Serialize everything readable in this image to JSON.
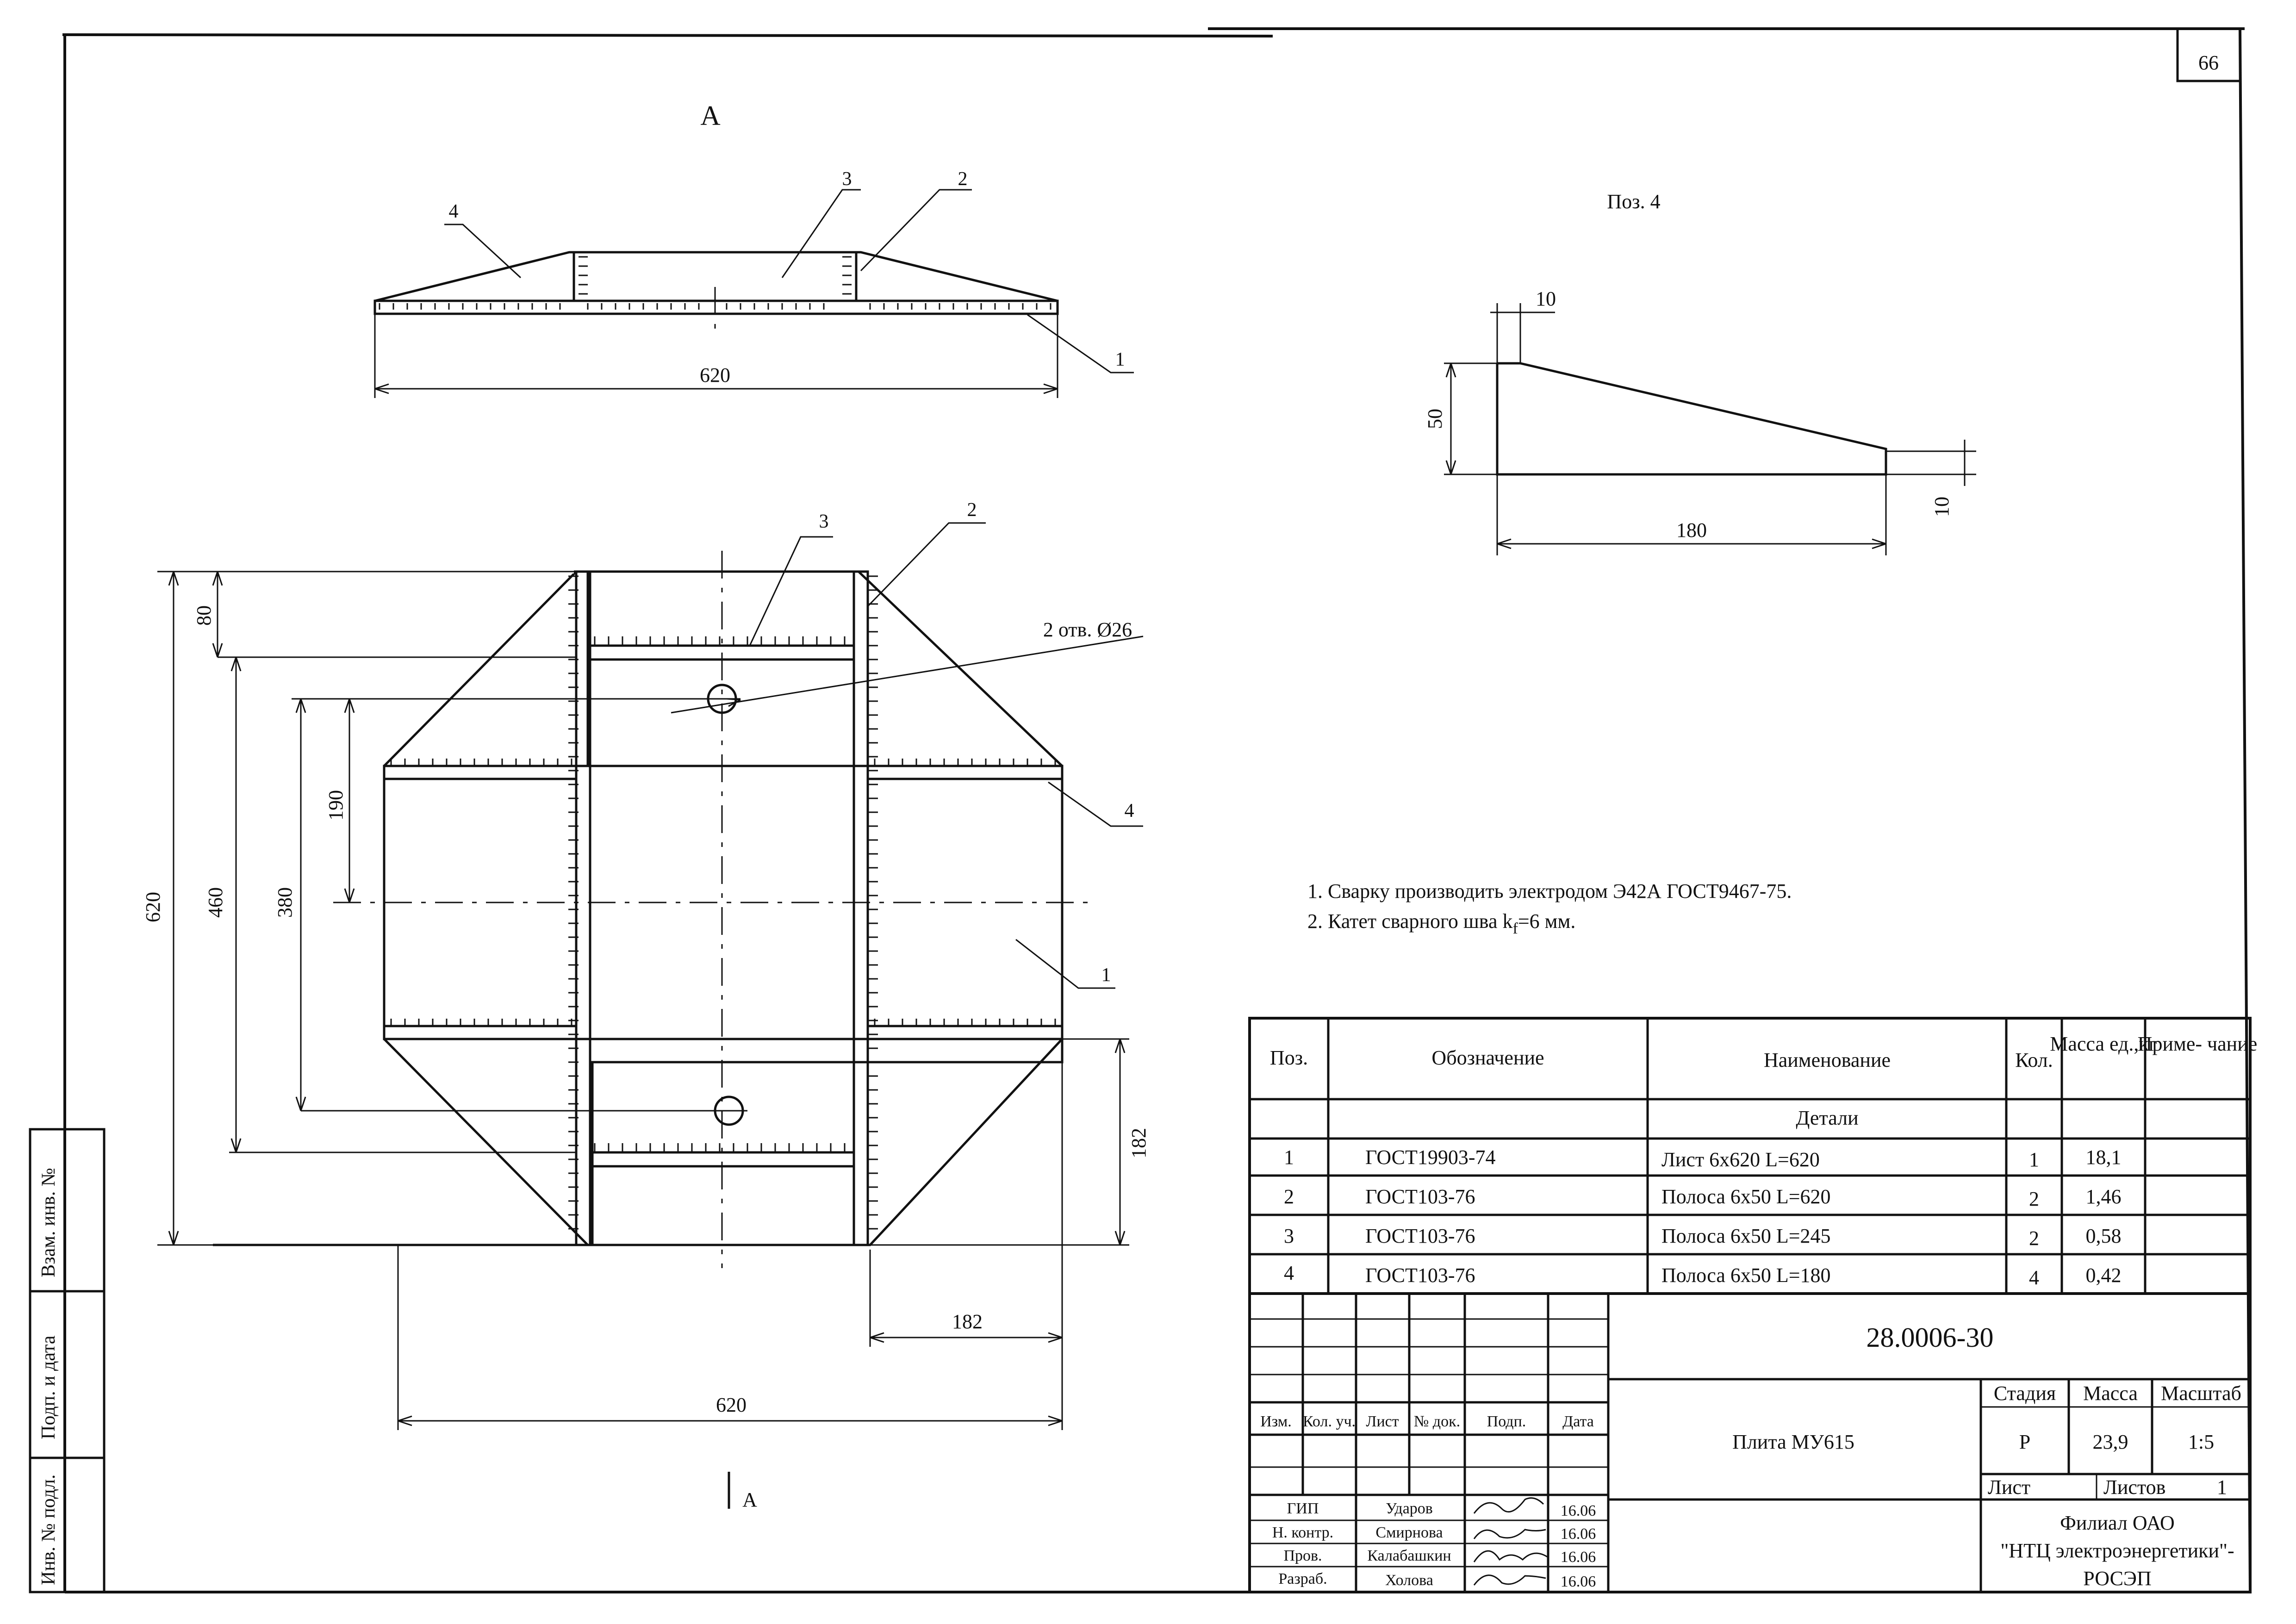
{
  "sheet": {
    "page_number": "66",
    "view_label": "А",
    "section_marker": "А",
    "pos4_title": "Поз. 4"
  },
  "top_view": {
    "width_dim": "620",
    "leaders": [
      "4",
      "3",
      "2",
      "1"
    ]
  },
  "plan_view": {
    "dims": {
      "d80": "80",
      "d620_v": "620",
      "d460": "460",
      "d380": "380",
      "d190": "190",
      "d182_v": "182",
      "d182_h": "182",
      "d620_h": "620"
    },
    "holes_label": "2 отв. Ø26",
    "leaders": [
      "3",
      "2",
      "4",
      "1"
    ]
  },
  "pos4_view": {
    "dims": {
      "d10_top": "10",
      "d50": "50",
      "d10_right": "10",
      "d180": "180"
    }
  },
  "notes": [
    "1. Сварку производить электродом Э42А ГОСТ9467-75.",
    "2. Катет сварного шва k"
  ],
  "note2_sub": "f",
  "note2_tail": "=6 мм.",
  "spec": {
    "headers": {
      "pos": "Поз.",
      "designation": "Обозначение",
      "name": "Наименование",
      "qty": "Кол.",
      "mass": "Масса ед.,кг",
      "note": "Приме- чание"
    },
    "section": "Детали",
    "rows": [
      {
        "pos": "1",
        "designation": "ГОСТ19903-74",
        "name": "Лист 6x620 L=620",
        "qty": "1",
        "mass": "18,1"
      },
      {
        "pos": "2",
        "designation": "ГОСТ103-76",
        "name": "Полоса 6x50 L=620",
        "qty": "2",
        "mass": "1,46"
      },
      {
        "pos": "3",
        "designation": "ГОСТ103-76",
        "name": "Полоса 6x50 L=245",
        "qty": "2",
        "mass": "0,58"
      },
      {
        "pos": "4",
        "designation": "ГОСТ103-76",
        "name": "Полоса 6x50 L=180",
        "qty": "4",
        "mass": "0,42"
      }
    ]
  },
  "title_block": {
    "doc_number": "28.0006-30",
    "title": "Плита МУ615",
    "col_headers": [
      "Изм.",
      "Кол. уч.",
      "Лист",
      "№ док.",
      "Подп.",
      "Дата"
    ],
    "stage_label": "Стадия",
    "mass_label": "Масса",
    "scale_label": "Масштаб",
    "stage": "Р",
    "mass": "23,9",
    "scale": "1:5",
    "sheet_label": "Лист",
    "sheets_label": "Листов",
    "sheets": "1",
    "org": [
      "Филиал ОАО",
      "\"НТЦ электроэнергетики\"-",
      "РОСЭП"
    ],
    "people": [
      {
        "role": "ГИП",
        "name": "Ударов",
        "date": "16.06"
      },
      {
        "role": "Н. контр.",
        "name": "Смирнова",
        "date": "16.06"
      },
      {
        "role": "Пров.",
        "name": "Калабашкин",
        "date": "16.06"
      },
      {
        "role": "Разраб.",
        "name": "Холова",
        "date": "16.06"
      }
    ]
  },
  "side_stamp": {
    "labels": [
      "Взам. инв. №",
      "Подп. и дата",
      "Инв. № подл."
    ]
  }
}
